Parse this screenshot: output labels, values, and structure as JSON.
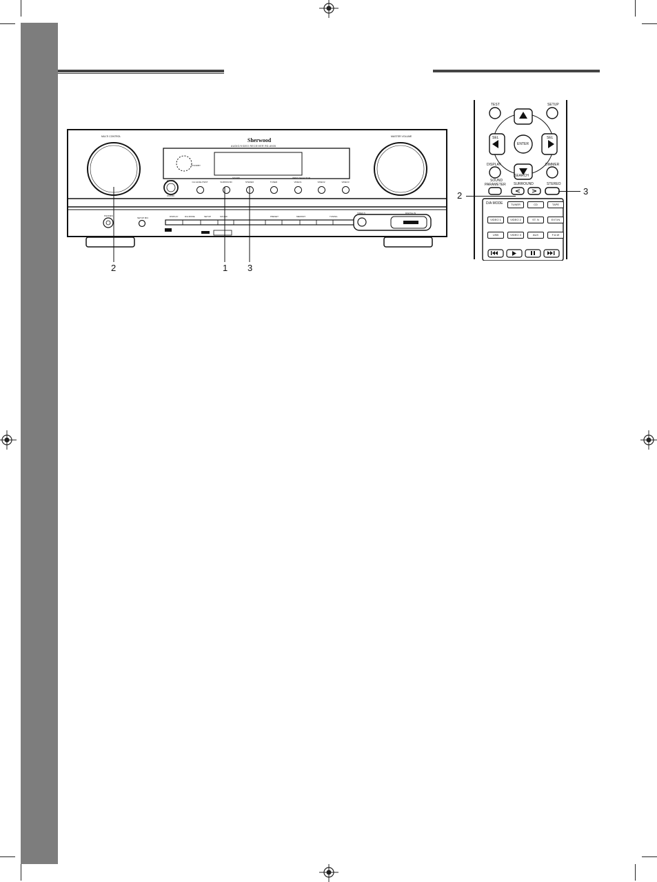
{
  "receiver": {
    "brand": "Sherwood",
    "model_line": "AUDIO/VIDEO RECEIVER RD-6505",
    "multi_control_label": "MULTI CONTROL",
    "master_volume_label": "MASTER VOLUME",
    "standby_label": "STANDBY",
    "power_label": "POWER",
    "power_sub_label": "ON/OFF",
    "sound_group_label": "SOUND",
    "input_selector_label": "INPUT SELECTOR",
    "top_buttons": [
      "CH LEVEL/TEST",
      "SURROUND",
      "STEREO",
      "TUNER",
      "VIDEO1",
      "VIDEO2",
      "VIDEO3"
    ],
    "front_bar_labels": [
      "DISPLAY",
      "D/A MODE",
      "SETUP",
      "SOUND",
      "PRESET",
      "MEMORY",
      "TUNING"
    ],
    "phones_label": "PHONES",
    "setup_mic_label": "SETUP MIC",
    "front_input_label": "VIDEO 5",
    "digital_in_label": "DIGITAL IN",
    "callouts": {
      "left_knob": "2",
      "surround_button": "1",
      "stereo_button": "3"
    }
  },
  "remote": {
    "test_label": "TEST",
    "setup_label": "SETUP",
    "sel_left_label": "SEL",
    "sel_right_label": "SEL",
    "enter_label": "ENTER",
    "display_label": "DISPLAY",
    "dimmer_label": "DIMMER",
    "search_label": "SEARCH",
    "sound_parameter_label_1": "SOUND",
    "sound_parameter_label_2": "PARAMETER",
    "surround_label": "SURROUND",
    "stereo_label": "STEREO",
    "da_mode_label": "D/A MODE",
    "input_rows": [
      [
        "TUNER",
        "CD",
        "TAPE"
      ],
      [
        "VIDEO 1",
        "VIDEO 2",
        "ST. N",
        "EXT.IN"
      ],
      [
        "USB",
        "VIDEO 3",
        "AUX",
        "F.A.W"
      ]
    ],
    "callouts": {
      "surround_arrows": "2",
      "stereo_button": "3"
    }
  }
}
